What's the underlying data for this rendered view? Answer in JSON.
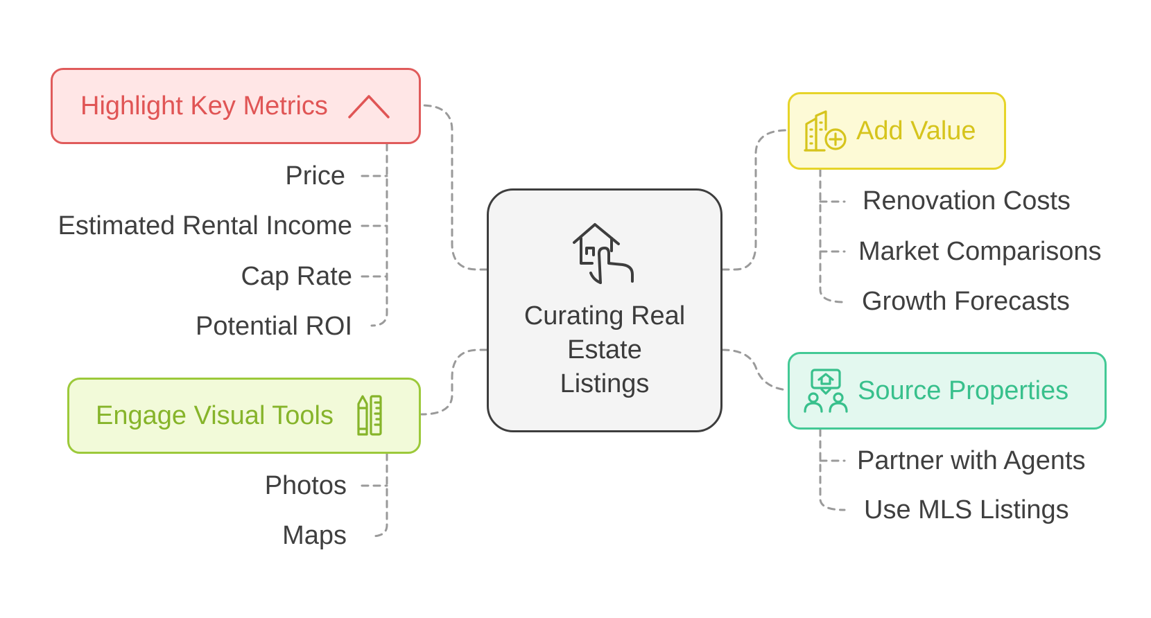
{
  "center": {
    "title": "Curating Real Estate Listings",
    "icon": "house-hand-icon"
  },
  "branches": {
    "highlight_metrics": {
      "label": "Highlight Key Metrics",
      "icon": "chevron-up-icon",
      "color": "#e05555",
      "fill": "#ffe6e6",
      "items": [
        "Price",
        "Estimated Rental Income",
        "Cap Rate",
        "Potential ROI"
      ]
    },
    "visual_tools": {
      "label": "Engage Visual Tools",
      "icon": "pencil-ruler-icon",
      "color": "#86b42a",
      "fill": "#f2fad9",
      "items": [
        "Photos",
        "Maps"
      ]
    },
    "add_value": {
      "label": "Add Value",
      "icon": "building-plus-icon",
      "color": "#d6c41c",
      "fill": "#fdfad6",
      "items": [
        "Renovation Costs",
        "Market Comparisons",
        "Growth Forecasts"
      ]
    },
    "source_properties": {
      "label": "Source Properties",
      "icon": "people-house-icon",
      "color": "#38c08c",
      "fill": "#e3f8ef",
      "items": [
        "Partner with Agents",
        "Use MLS Listings"
      ]
    }
  }
}
